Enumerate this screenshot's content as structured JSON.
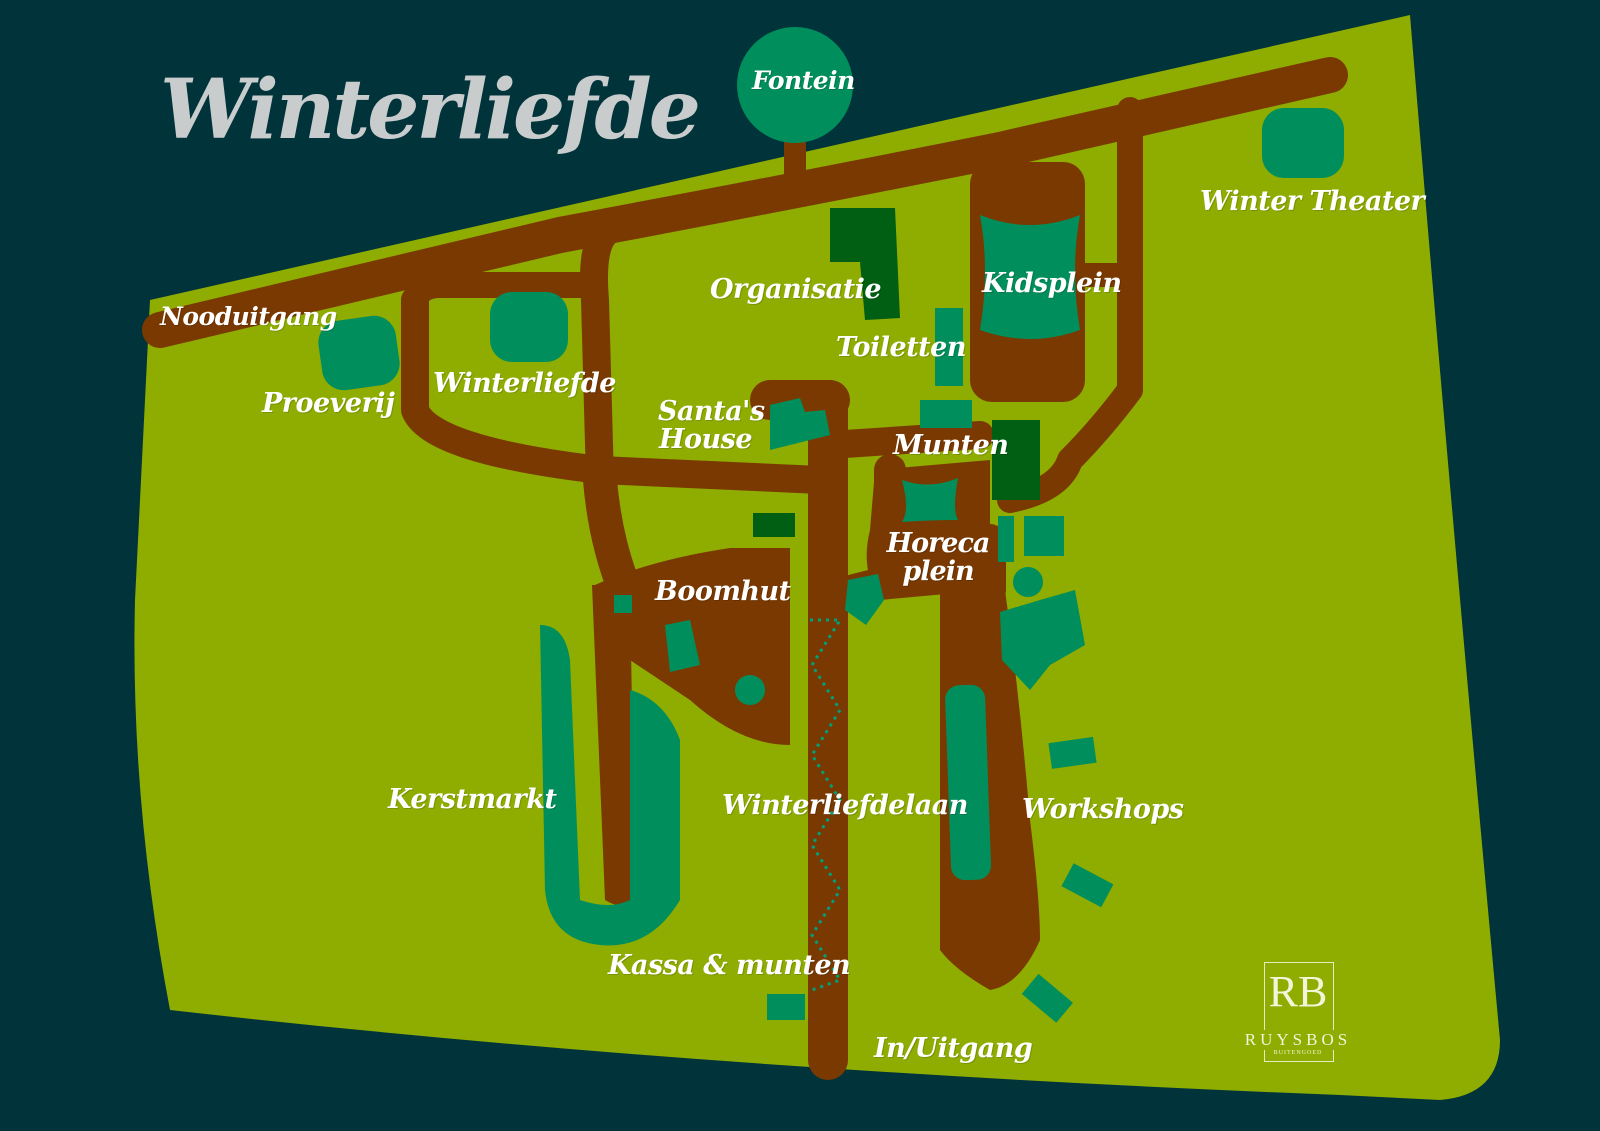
{
  "title": "Winterliefde",
  "colors": {
    "background": "#00333a",
    "grounds": "#8fac00",
    "paths": "#7a3900",
    "attractions": "#008f5c",
    "buildings": "#005f12",
    "labels": "#ffffff"
  },
  "labels": {
    "fontein": "Fontein",
    "winter_theater": "Winter Theater",
    "nooduitgang": "Nooduitgang",
    "proeverij": "Proeverij",
    "winterliefde": "Winterliefde",
    "organisatie": "Organisatie",
    "kidsplein": "Kidsplein",
    "toiletten": "Toiletten",
    "santas_house": "Santa's House",
    "munten": "Munten",
    "horeca_plein": "Horeca plein",
    "boomhut": "Boomhut",
    "kerstmarkt": "Kerstmarkt",
    "winterliefdelaan": "Winterliefdelaan",
    "workshops": "Workshops",
    "kassa_munten": "Kassa & munten",
    "in_uitgang": "In/Uitgang"
  },
  "logo": {
    "monogram": "RB",
    "name": "RUYSBOS",
    "sub": "BUITENGOED"
  }
}
